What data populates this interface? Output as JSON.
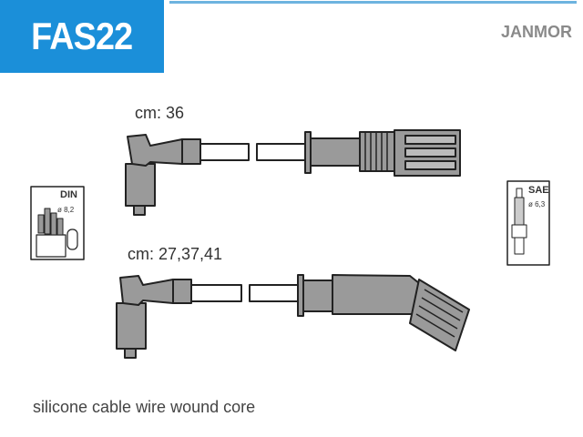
{
  "product_code": "FAS22",
  "brand": "JANMOR",
  "cables": [
    {
      "length_label": "cm: 36"
    },
    {
      "length_label": "cm: 27,37,41"
    }
  ],
  "din_icon": {
    "title": "DIN",
    "diameter": "ø 8,2"
  },
  "sae_icon": {
    "title": "SAE",
    "diameter": "ø 6,3"
  },
  "description": "silicone cable wire wound core",
  "colors": {
    "badge": "#1b8fd9",
    "part_fill": "#9a9a9a"
  }
}
